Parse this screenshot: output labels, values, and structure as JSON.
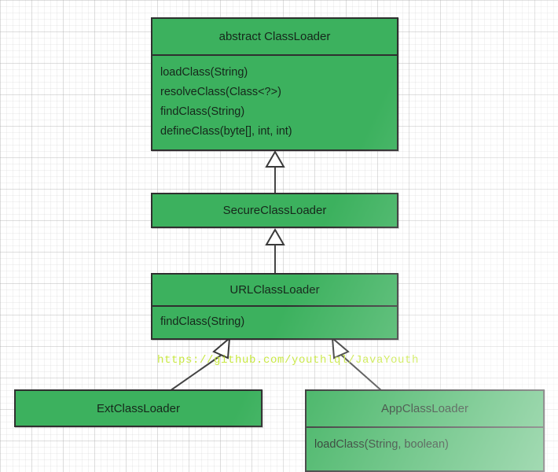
{
  "diagram": {
    "type": "uml-class-diagram",
    "title": "Java ClassLoader hierarchy",
    "background": "graph-paper-grid",
    "box_fill_color": "#3CB15E",
    "box_border_color": "#2f2f2f",
    "text_color": "#16271b",
    "connector_color": "#444444",
    "arrowhead_fill": "#ffffff",
    "watermark_color": "#c8e840"
  },
  "classes": [
    {
      "id": "classloader",
      "name": "abstract ClassLoader",
      "members": [
        "loadClass(String)",
        "resolveClass(Class<?>)",
        "findClass(String)",
        "defineClass(byte[], int, int)"
      ]
    },
    {
      "id": "secureclassloader",
      "name": "SecureClassLoader",
      "members": []
    },
    {
      "id": "urlclassloader",
      "name": "URLClassLoader",
      "members": [
        "findClass(String)"
      ]
    },
    {
      "id": "extclassloader",
      "name": "ExtClassLoader",
      "members": []
    },
    {
      "id": "appclassloader",
      "name": "AppClassLoader",
      "members": [
        "loadClass(String, boolean)"
      ]
    }
  ],
  "relationships": [
    {
      "from": "secureclassloader",
      "to": "classloader",
      "type": "generalization"
    },
    {
      "from": "urlclassloader",
      "to": "secureclassloader",
      "type": "generalization"
    },
    {
      "from": "extclassloader",
      "to": "urlclassloader",
      "type": "generalization"
    },
    {
      "from": "appclassloader",
      "to": "urlclassloader",
      "type": "generalization"
    }
  ],
  "watermark": {
    "text": "https://github.com/youthlql/JavaYouth"
  }
}
